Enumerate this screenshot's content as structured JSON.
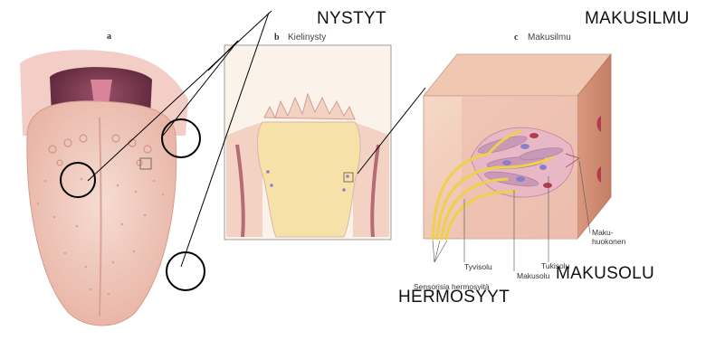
{
  "headings": {
    "nystyt": "NYSTYT",
    "makusilmu": "MAKUSILMU",
    "makusolu": "MAKUSOLU",
    "hermosyyt": "HERMOSYYT"
  },
  "panels": {
    "a": {
      "letter": "a"
    },
    "b": {
      "letter": "b",
      "title": "Kielinysty"
    },
    "c": {
      "letter": "c",
      "title": "Makusilmu"
    }
  },
  "labels": {
    "tyvisolu": "Tyvisolu",
    "makusolu": "Makusolu",
    "tukisolu": "Tukisolu",
    "maku_line1": "Maku-",
    "maku_line2": "huokonen",
    "sensorisia": "Sensorisia hermosyitä"
  },
  "colors": {
    "tongue": "#f3cfc4",
    "tongue_shade": "#e9b1a4",
    "throat": "#7a3a52",
    "tissue": "#f1cdb8",
    "nerve": "#f0d04a",
    "cell": "#cf9fb4",
    "nucleus": "#8c7fc8"
  }
}
